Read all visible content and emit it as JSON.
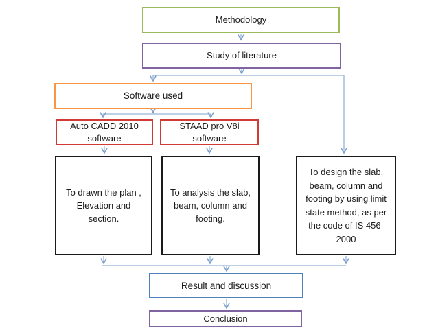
{
  "diagram": {
    "type": "flowchart",
    "title": "Methodology flowchart",
    "nodes": {
      "methodology": {
        "label": "Methodology",
        "border_color": "#9BBB59"
      },
      "study": {
        "label": "Study of literature",
        "border_color": "#8064A2"
      },
      "software": {
        "label": "Software used",
        "border_color": "#F79646"
      },
      "autocadd": {
        "label": "Auto CADD 2010 software",
        "border_color": "#D13B35"
      },
      "staad": {
        "label": "STAAD pro V8i software",
        "border_color": "#D13B35"
      },
      "draw": {
        "label": "To drawn the plan , Elevation and section.",
        "border_color": "#1A1A1A"
      },
      "analysis": {
        "label": "To analysis the slab, beam, column and footing.",
        "border_color": "#1A1A1A"
      },
      "design": {
        "label": "To design the slab, beam, column and footing by using limit state method, as per the code of IS 456-2000",
        "border_color": "#1A1A1A"
      },
      "result": {
        "label": "Result and discussion",
        "border_color": "#4F81BD"
      },
      "conclusion": {
        "label": "Conclusion",
        "border_color": "#8064A2"
      }
    },
    "edges": [
      {
        "from": "methodology",
        "to": "study"
      },
      {
        "from": "study",
        "to": "software"
      },
      {
        "from": "study",
        "to": "design"
      },
      {
        "from": "software",
        "to": "autocadd"
      },
      {
        "from": "software",
        "to": "staad"
      },
      {
        "from": "autocadd",
        "to": "draw"
      },
      {
        "from": "staad",
        "to": "analysis"
      },
      {
        "from": "draw",
        "to": "result"
      },
      {
        "from": "analysis",
        "to": "result"
      },
      {
        "from": "design",
        "to": "result"
      },
      {
        "from": "result",
        "to": "conclusion"
      }
    ]
  },
  "colors": {
    "green": "#9BBB59",
    "purple": "#8064A2",
    "orange": "#F79646",
    "red": "#D13B35",
    "blue": "#4F81BD",
    "black": "#1A1A1A",
    "arrow": "#95B3D7",
    "arrowhead": "#7DA0CE",
    "text": "#1B1B1B",
    "bg": "#FFFFFF"
  }
}
